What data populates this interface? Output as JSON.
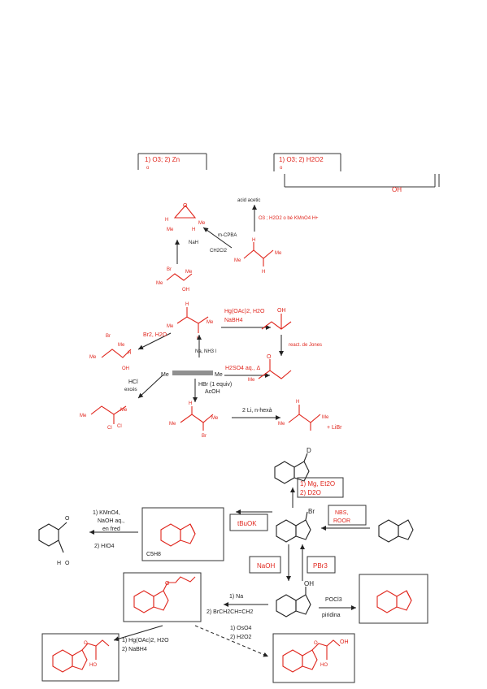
{
  "top": {
    "box1": "1) O3; 2) Zn",
    "box1_sub": "o",
    "box2": "1) O3; 2) H2O2",
    "box2_sub": "o",
    "oh_partial": "OH",
    "acid_label": "acid acetic",
    "ozon_cond": "O3 ; H2O2 o bé KMnO4 H+",
    "mcpba": "m-CPBA",
    "ch2cl2": "CH2Cl2",
    "nah": "NaH"
  },
  "labels": {
    "me": "Me",
    "h": "H",
    "br": "Br",
    "oh": "OH",
    "o": "O",
    "cl": "Cl"
  },
  "reactions": {
    "hg": "Hg(OAc)2, H2O",
    "nabh4": "NaBH4",
    "br2": "Br2, H2O",
    "na_nh3": "Na, NH3 l",
    "jones": "react. de Jones",
    "h2so4": "H2SO4 aq., Δ",
    "hcl": "HCl",
    "exces": "excés",
    "hbr": "HBr (1 equiv)",
    "acoh": "AcOH",
    "li": "2 Li, n-hexà",
    "libr": "+ LiBr",
    "mg": "1) Mg, Et2O",
    "d2o": "2) D2O",
    "nbs": "NBS,",
    "roor": "ROOR",
    "tbuok": "tBuOK",
    "kmno4": "1) KMnO4,",
    "naoh_aq": "NaOH aq.,",
    "en_fred": "en fred",
    "hio4": "2) HIO4",
    "c5h8": "C5H8",
    "naoh": "NaOH",
    "pbr3": "PBr3",
    "na": "1) Na",
    "allyl": "2) BrCH2CH=CH2",
    "pocl3": "POCl3",
    "piridina": "piridina",
    "hg2": "1) Hg(OAc)2, H2O",
    "nabh4_2": "2) NaBH4",
    "oso4": "1) OsO4",
    "h2o2": "2) H2O2"
  }
}
